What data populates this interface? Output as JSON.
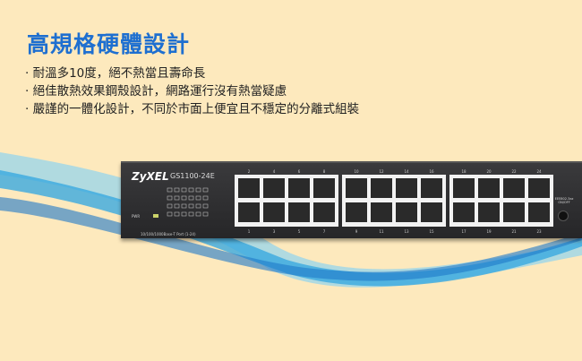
{
  "title": "高規格硬體設計",
  "bullets": [
    "耐溫多10度，絕不熱當且壽命長",
    "絕佳散熱效果鋼殼設計，網路運行沒有熱當疑慮",
    "嚴謹的一體化設計，不同於市面上便宜且不穩定的分離式組裝"
  ],
  "switch": {
    "brand": "ZyXEL",
    "model": "GS1100-24E",
    "port_label": "10/100/1000Base-T Port (1-24)",
    "pwr": "PWR",
    "reset": "EEE802.3az ON/OFF",
    "port_count": 24
  },
  "colors": {
    "title": "#1e6fd0",
    "background": "#fde9bd",
    "swoosh": "#3aa9e0"
  }
}
